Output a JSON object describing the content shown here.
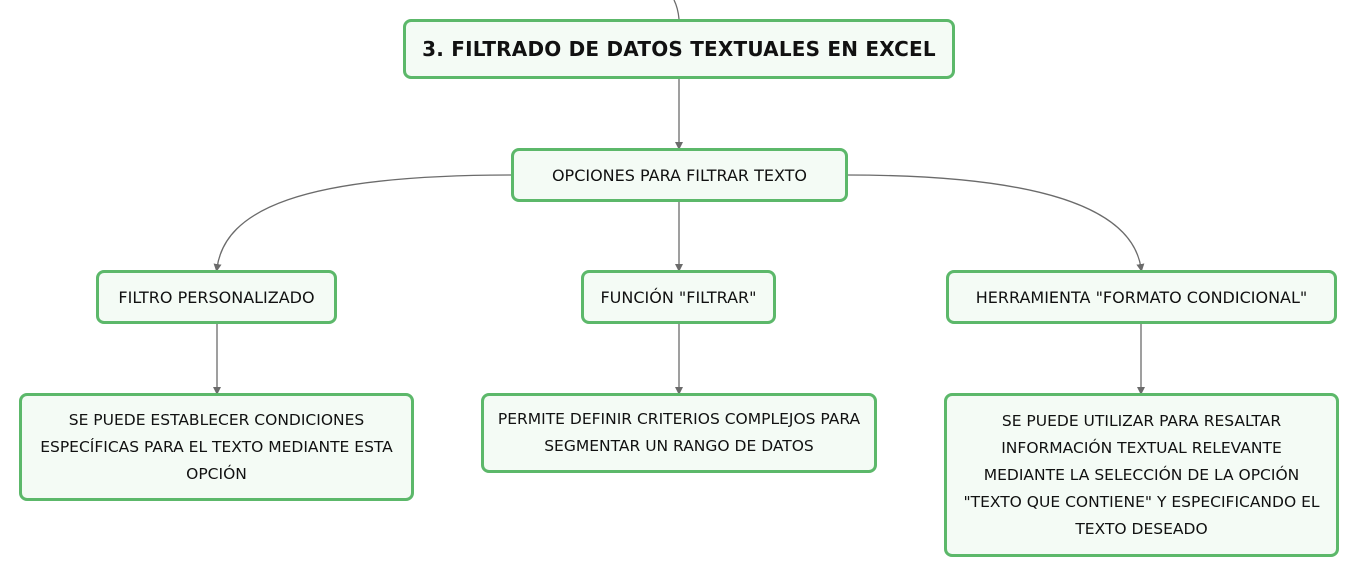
{
  "diagram": {
    "title": "3. FILTRADO DE DATOS TEXTUALES EN EXCEL",
    "subtopic": "OPCIONES PARA FILTRAR TEXTO",
    "branches": [
      {
        "label": "FILTRO PERSONALIZADO",
        "detail": "SE PUEDE ESTABLECER CONDICIONES ESPECÍFICAS PARA EL TEXTO MEDIANTE ESTA OPCIÓN"
      },
      {
        "label": "FUNCIÓN \"FILTRAR\"",
        "detail": "PERMITE DEFINIR CRITERIOS COMPLEJOS PARA SEGMENTAR UN RANGO DE DATOS"
      },
      {
        "label": "HERRAMIENTA \"FORMATO CONDICIONAL\"",
        "detail": "SE PUEDE UTILIZAR PARA RESALTAR INFORMACIÓN TEXTUAL RELEVANTE MEDIANTE LA SELECCIÓN DE LA OPCIÓN \"TEXTO QUE CONTIENE\" Y ESPECIFICANDO EL TEXTO DESEADO"
      }
    ]
  },
  "colors": {
    "node_border": "#5cb86a",
    "node_fill": "#f4fbf5",
    "connector": "#6b6b6b",
    "text": "#111111"
  }
}
